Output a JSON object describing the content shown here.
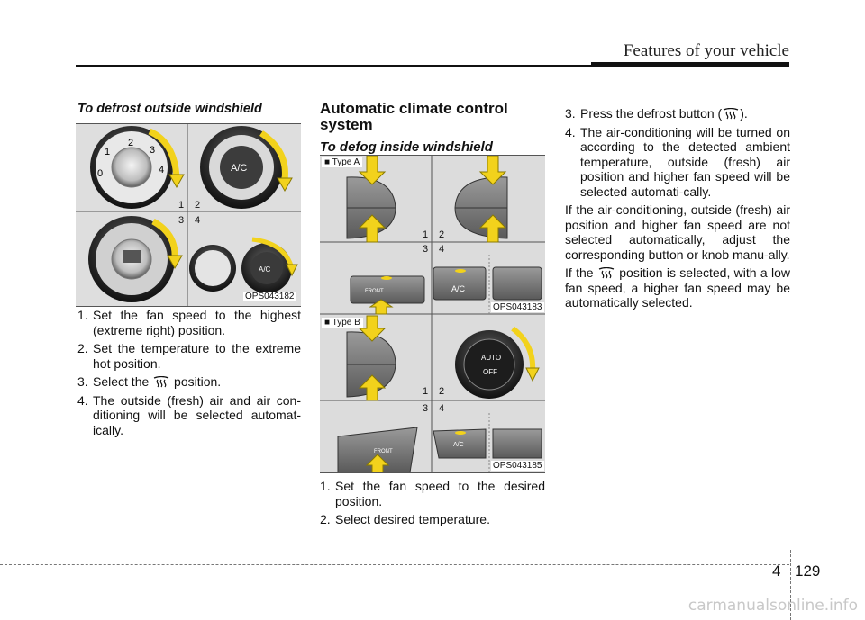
{
  "header": {
    "section_title": "Features of your vehicle"
  },
  "left": {
    "heading": "To defrost outside windshield",
    "figure_code": "OPS043182",
    "cell_labels": [
      "1",
      "2",
      "3",
      "4"
    ],
    "steps": [
      {
        "num": "1.",
        "text": "Set the fan speed to the highest (extreme right) position."
      },
      {
        "num": "2.",
        "text": "Set the temperature to the extreme hot position."
      },
      {
        "num": "3.",
        "text_before": "Select the",
        "icon": "defrost-icon",
        "text_after": "position."
      },
      {
        "num": "4.",
        "text": "The outside (fresh) air and air con-ditioning will be selected automat-ically."
      }
    ]
  },
  "middle": {
    "heading": "Automatic climate control system",
    "subheading": "To defog inside windshield",
    "type_a": "■ Type A",
    "type_b": "■ Type B",
    "figure_code_a": "OPS043183",
    "figure_code_b": "OPS043185",
    "cell_labels": [
      "1",
      "2",
      "3",
      "4"
    ],
    "button_labels": {
      "front": "FRONT",
      "ac": "A/C",
      "auto": "AUTO",
      "off": "OFF"
    },
    "steps": [
      {
        "num": "1.",
        "text": "Set the fan speed to the desired position."
      },
      {
        "num": "2.",
        "text": "Select desired temperature."
      }
    ]
  },
  "right": {
    "step3": {
      "num": "3.",
      "text_before": "Press the defrost button (",
      "text_after": ")."
    },
    "step4": {
      "num": "4.",
      "text": "The air-conditioning will be turned on according to the detected ambient temperature, outside (fresh) air position and higher fan speed will be selected automati-cally."
    },
    "para1": "If the air-conditioning, outside (fresh) air position and higher fan speed are not selected automatically, adjust the corresponding button or knob manu-ally.",
    "para2_before": "If the",
    "para2_after": "position is selected, with a low fan speed, a higher fan speed may be automatically selected."
  },
  "footer": {
    "chapter": "4",
    "page": "129",
    "watermark": "carmanualsonline.info"
  },
  "icons": [
    "defrost-icon",
    "arrow-icon",
    "fan-icon",
    "knob-icon"
  ],
  "colors": {
    "arrow": "#f2d21c",
    "arrow_stroke": "#8a7a00",
    "knob_dark": "#2b2b2b",
    "panel_gray": "#dedede"
  }
}
